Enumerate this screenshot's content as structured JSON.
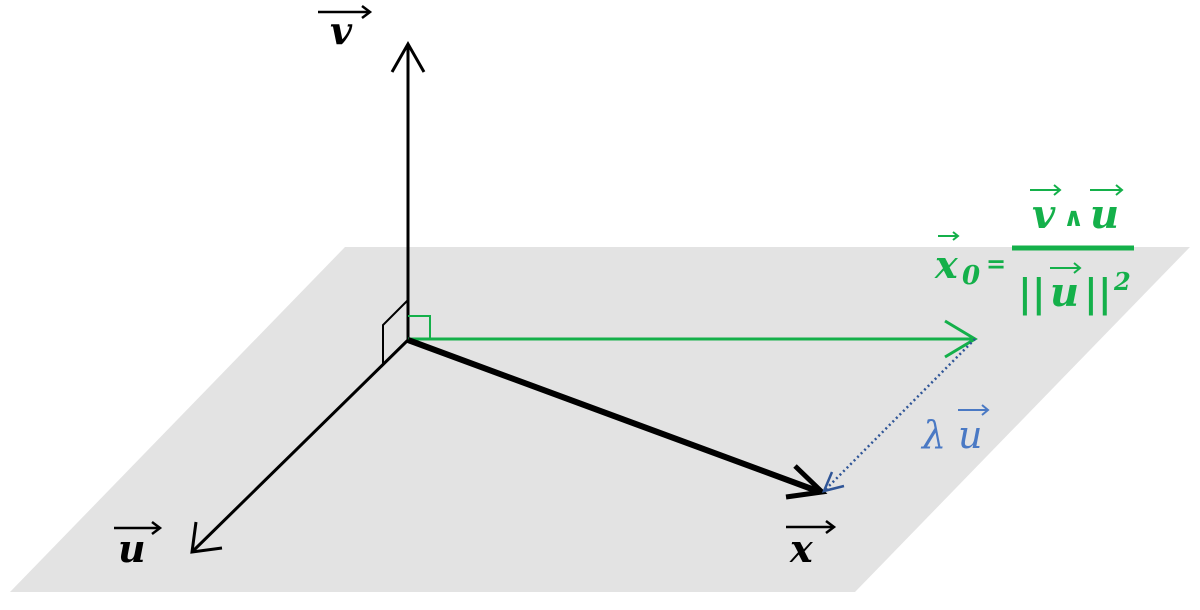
{
  "labels": {
    "v": "v",
    "u": "u",
    "x": "x",
    "x0": "x",
    "x0_sub": "0",
    "eq": "=",
    "numerator_v": "v",
    "wedge": "∧",
    "numerator_u": "u",
    "denominator_open": "||",
    "denominator_u": "u",
    "denominator_close": "||",
    "denominator_exp": "2",
    "lambda": "λ",
    "lambda_u": "u"
  },
  "colors": {
    "plane": "#e3e3e3",
    "axis": "#000000",
    "x0_vector": "#14b04a",
    "lambda_u": "#2f5597",
    "lambda_label": "#4a79c4"
  }
}
